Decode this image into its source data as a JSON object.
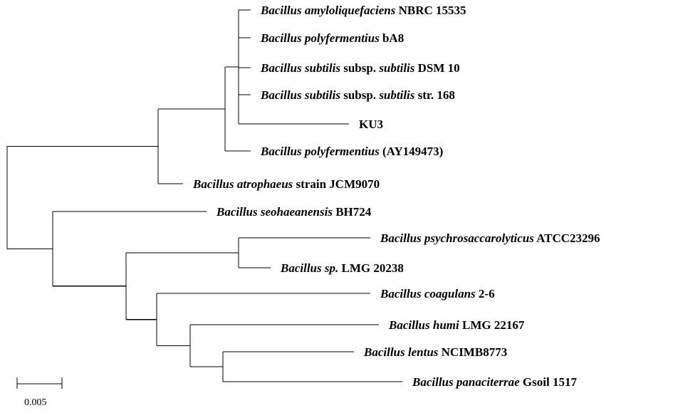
{
  "tree": {
    "taxa": [
      {
        "id": "t1",
        "parts": [
          {
            "text": "Bacillus amyloliquefaciens",
            "italic": true
          },
          {
            "text": " NBRC 15535",
            "italic": false
          }
        ]
      },
      {
        "id": "t2",
        "parts": [
          {
            "text": "Bacillus polyfermentius",
            "italic": true
          },
          {
            "text": " bA8",
            "italic": false
          }
        ]
      },
      {
        "id": "t3",
        "parts": [
          {
            "text": "Bacillus subtilis",
            "italic": true
          },
          {
            "text": " subsp. ",
            "italic": false
          },
          {
            "text": "subtilis",
            "italic": true
          },
          {
            "text": " DSM 10",
            "italic": false
          }
        ]
      },
      {
        "id": "t4",
        "parts": [
          {
            "text": "Bacillus subtilis",
            "italic": true
          },
          {
            "text": " subsp. ",
            "italic": false
          },
          {
            "text": "subtilis",
            "italic": true
          },
          {
            "text": " str. 168",
            "italic": false
          }
        ]
      },
      {
        "id": "t5",
        "parts": [
          {
            "text": "KU3",
            "italic": false
          }
        ]
      },
      {
        "id": "t6",
        "parts": [
          {
            "text": "Bacillus polyfermentius",
            "italic": true
          },
          {
            "text": " (AY149473)",
            "italic": false
          }
        ]
      },
      {
        "id": "t7",
        "parts": [
          {
            "text": "Bacillus atrophaeus",
            "italic": true
          },
          {
            "text": " strain JCM9070",
            "italic": false
          }
        ]
      },
      {
        "id": "t8",
        "parts": [
          {
            "text": "Bacillus seohaeanensis",
            "italic": true
          },
          {
            "text": " BH724",
            "italic": false
          }
        ]
      },
      {
        "id": "t9",
        "parts": [
          {
            "text": "Bacillus psychrosaccarolyticus",
            "italic": true
          },
          {
            "text": " ATCC23296",
            "italic": false
          }
        ]
      },
      {
        "id": "t10",
        "parts": [
          {
            "text": "Bacillus sp.",
            "italic": true
          },
          {
            "text": " LMG 20238",
            "italic": false
          }
        ]
      },
      {
        "id": "t11",
        "parts": [
          {
            "text": "Bacillus coagulans",
            "italic": true
          },
          {
            "text": " 2-6",
            "italic": false
          }
        ]
      },
      {
        "id": "t12",
        "parts": [
          {
            "text": "Bacillus humi",
            "italic": true
          },
          {
            "text": " LMG 22167",
            "italic": false
          }
        ]
      },
      {
        "id": "t13",
        "parts": [
          {
            "text": "Bacillus lentus",
            "italic": true
          },
          {
            "text": " NCIMB8773",
            "italic": false
          }
        ]
      },
      {
        "id": "t14",
        "parts": [
          {
            "text": "Bacillus panaciterrae",
            "italic": true
          },
          {
            "text": " Gsoil 1517",
            "italic": false
          }
        ]
      }
    ],
    "scale_bar": {
      "label": "0.005"
    }
  }
}
